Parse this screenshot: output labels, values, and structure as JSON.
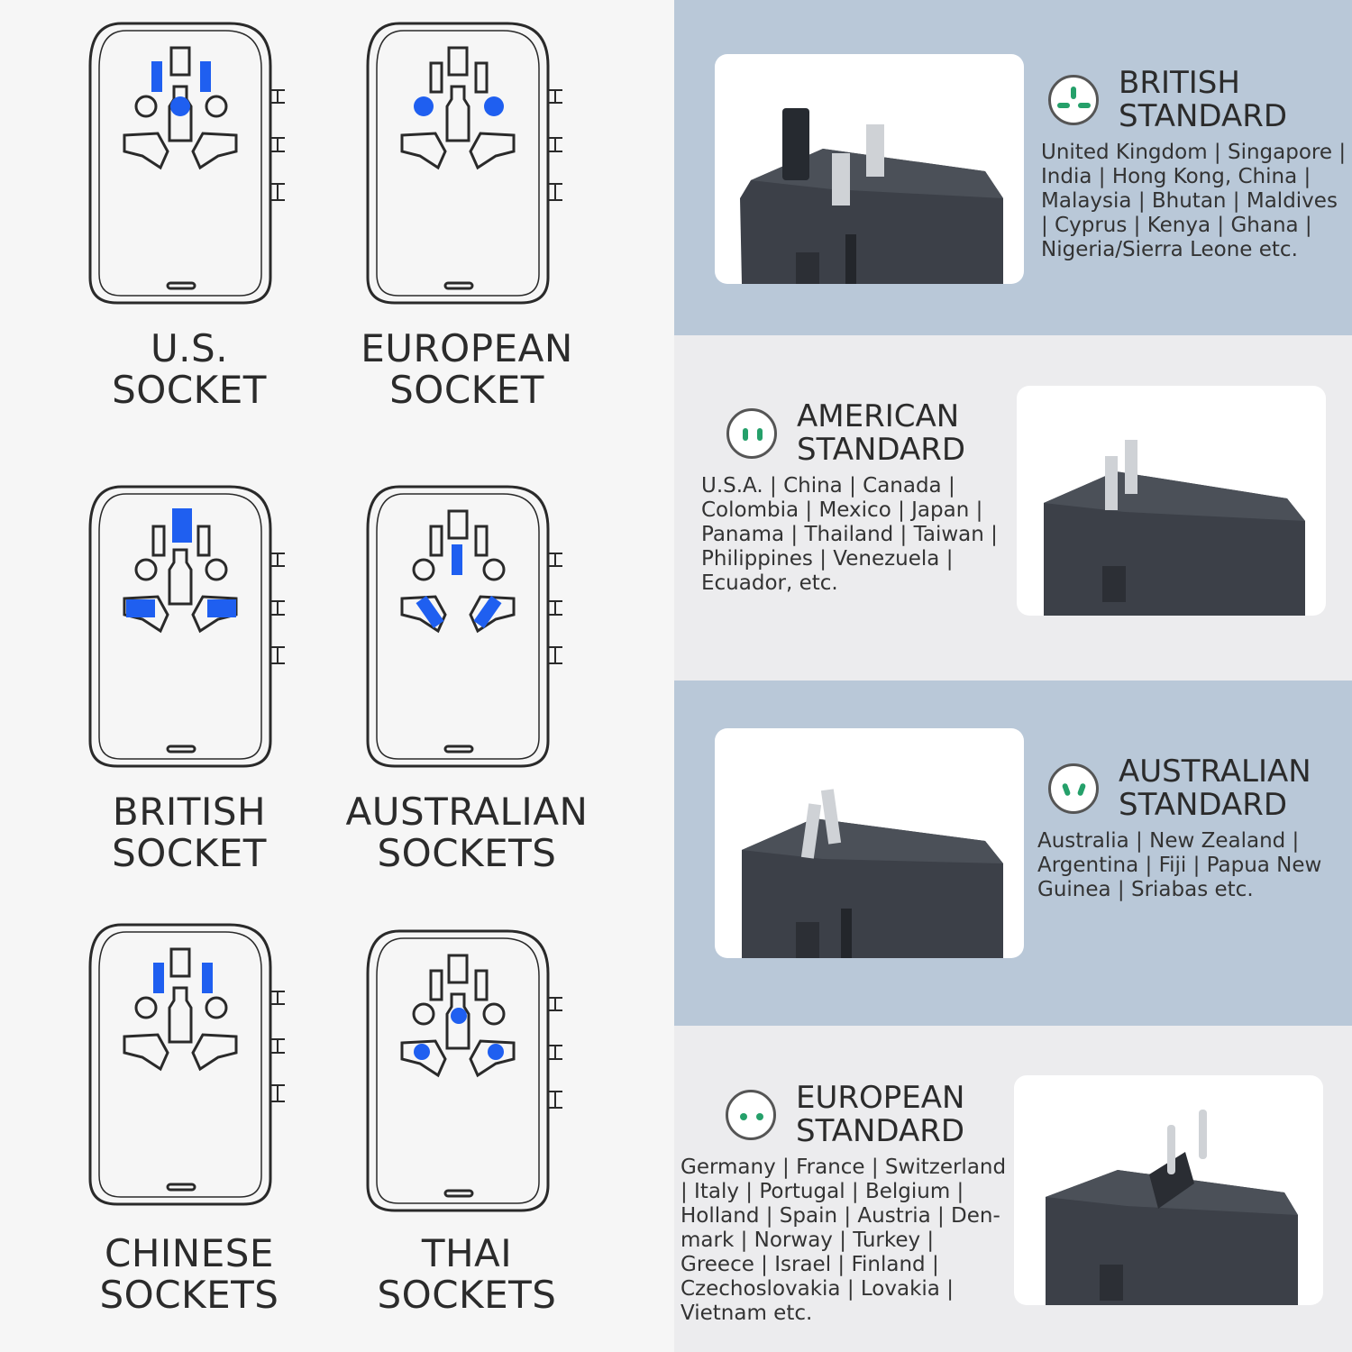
{
  "sockets": [
    {
      "id": "us",
      "line1": "U.S.",
      "line2": "SOCKET"
    },
    {
      "id": "eu",
      "line1": "EUROPEAN",
      "line2": "SOCKET"
    },
    {
      "id": "uk",
      "line1": "BRITISH",
      "line2": "SOCKET"
    },
    {
      "id": "au",
      "line1": "AUSTRALIAN",
      "line2": "SOCKETS"
    },
    {
      "id": "cn",
      "line1": "CHINESE",
      "line2": "SOCKETS"
    },
    {
      "id": "th",
      "line1": "THAI",
      "line2": "SOCKETS"
    }
  ],
  "standards": [
    {
      "id": "british",
      "line1": "BRITISH",
      "line2": "STANDARD",
      "countries": "United Kingdom | Singapore | India | Hong Kong, China | Malaysia | Bhutan | Maldives | Cyprus | Kenya | Ghana | Nigeria/Sierra Leone etc."
    },
    {
      "id": "american",
      "line1": "AMERICAN",
      "line2": "STANDARD",
      "countries": "U.S.A. | China | Canada | Colombia | Mexico | Japan | Panama | Thailand | Taiwan | Philippines | Venezuela | Ecuador, etc."
    },
    {
      "id": "australian",
      "line1": "AUSTRALIAN",
      "line2": "STANDARD",
      "countries": "Australia | New Zealand | Argentina | Fiji | Papua New Guinea | Sriabas etc."
    },
    {
      "id": "european",
      "line1": "EUROPEAN",
      "line2": "STANDARD",
      "countries": "Germany | France | Switzerland | Italy | Portugal | Belgium | Holland | Spain | Austria | Den-mark | Norway | Turkey | Greece | Israel | Finland | Czechoslovakia | Lovakia | Vietnam etc."
    }
  ],
  "colors": {
    "highlight": "#1f5ff0",
    "outline": "#2a2a2a",
    "band_blue": "#b9c8d8",
    "band_grey": "#ececee",
    "badge_green": "#25a06a"
  }
}
